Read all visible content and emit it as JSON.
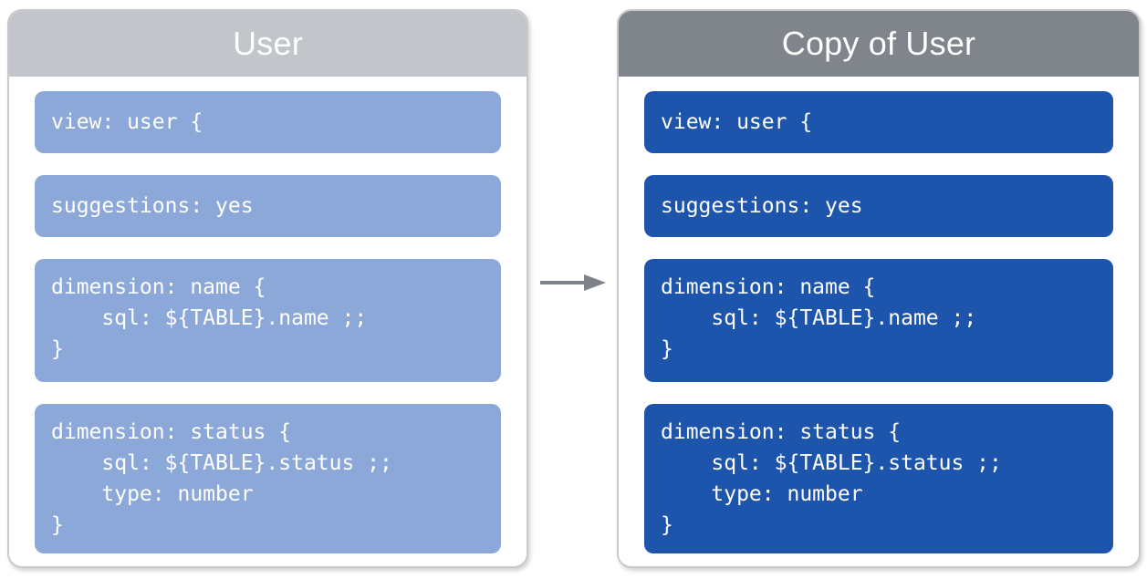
{
  "diagram": {
    "type": "before-after-copy",
    "connector": {
      "icon": "arrow-right-icon",
      "direction": "left-to-right",
      "color": "#7d828a"
    },
    "colors": {
      "source_header": "#c2c5c9",
      "source_block": "#8ca8d8",
      "copy_header": "#80858c",
      "copy_block": "#1e55ac",
      "panel_border": "#c9c9c9",
      "panel_background": "#ffffff",
      "block_text": "#ffffff"
    }
  },
  "panels": [
    {
      "id": "source",
      "title": "User",
      "blocks": [
        {
          "id": "view-declaration",
          "lines": [
            "view: user {"
          ]
        },
        {
          "id": "suggestions-param",
          "lines": [
            "suggestions: yes"
          ]
        },
        {
          "id": "dimension-name",
          "lines": [
            "dimension: name {",
            "    sql: ${TABLE}.name ;;",
            "}"
          ]
        },
        {
          "id": "dimension-status",
          "lines": [
            "dimension: status {",
            "    sql: ${TABLE}.status ;;",
            "    type: number",
            "}"
          ]
        }
      ]
    },
    {
      "id": "copy",
      "title": "Copy of User",
      "blocks": [
        {
          "id": "view-declaration",
          "lines": [
            "view: user {"
          ]
        },
        {
          "id": "suggestions-param",
          "lines": [
            "suggestions: yes"
          ]
        },
        {
          "id": "dimension-name",
          "lines": [
            "dimension: name {",
            "    sql: ${TABLE}.name ;;",
            "}"
          ]
        },
        {
          "id": "dimension-status",
          "lines": [
            "dimension: status {",
            "    sql: ${TABLE}.status ;;",
            "    type: number",
            "}"
          ]
        }
      ]
    }
  ]
}
